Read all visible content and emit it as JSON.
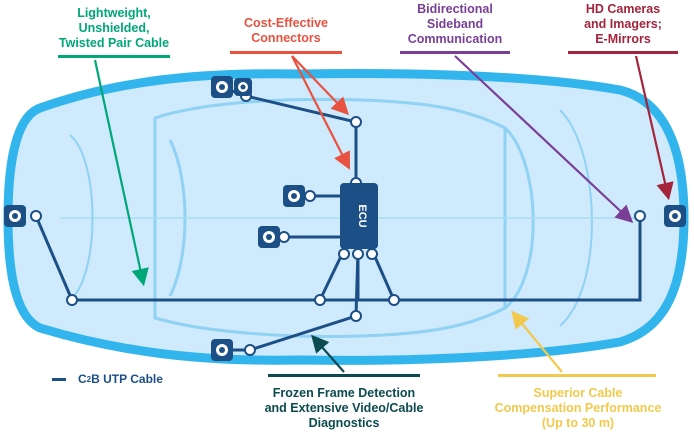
{
  "colors": {
    "car_fill": "#cfeafc",
    "car_outline": "#32b5ec",
    "cable": "#1c4f86",
    "green": "#00a777",
    "red": "#e8523f",
    "purple": "#7a3e97",
    "maroon": "#a3243b",
    "navy": "#0b4a4f",
    "yellow": "#f2c94c"
  },
  "labels": {
    "lightweight": "Lightweight,\nUnshielded,\nTwisted Pair Cable",
    "connectors": "Cost-Effective\nConnectors",
    "bidirectional": "Bidirectional\nSideband\nCommunication",
    "cameras": "HD Cameras\nand Imagers;\nE-Mirrors",
    "frozen": "Frozen Frame Detection\nand Extensive Video/Cable\nDiagnostics",
    "compensation": "Superior Cable\nCompensation Performance\n(Up to 30 m)"
  },
  "ecu_label": "ECU",
  "legend": {
    "prefix": "C",
    "sup": "2",
    "suffix": "B UTP Cable"
  },
  "icons": [
    "camera-icon-top-left",
    "camera-icon-left",
    "camera-icon-mirror-left",
    "camera-icon-center-1",
    "camera-icon-center-2",
    "camera-icon-right",
    "camera-icon-bottom-left"
  ]
}
